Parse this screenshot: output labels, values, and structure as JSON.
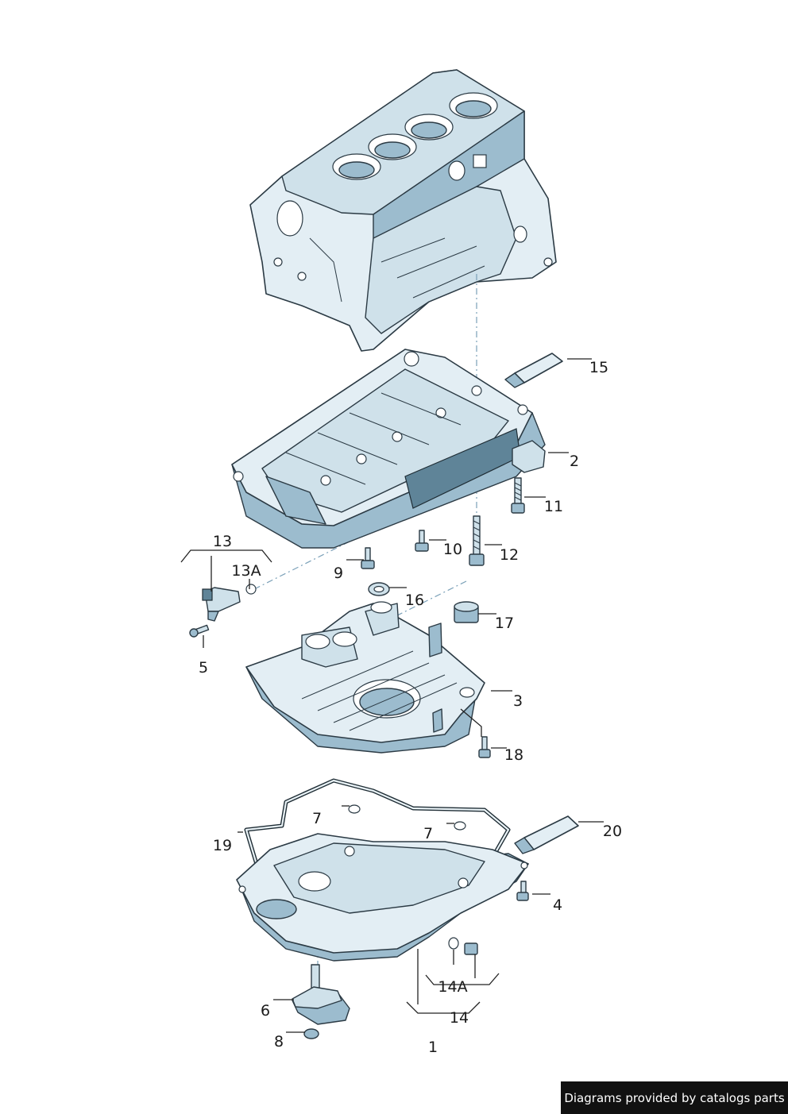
{
  "labels": {
    "l1": "1",
    "l2": "2",
    "l3": "3",
    "l4": "4",
    "l5": "5",
    "l6": "6",
    "l7a": "7",
    "l7b": "7",
    "l8": "8",
    "l9": "9",
    "l10": "10",
    "l11": "11",
    "l12": "12",
    "l13": "13",
    "l13a": "13A",
    "l14": "14",
    "l14a": "14A",
    "l15": "15",
    "l16": "16",
    "l17": "17",
    "l18": "18",
    "l19": "19",
    "l20": "20"
  },
  "credit": "Diagrams provided by catalogs parts",
  "colors": {
    "metal_light": "#e3eef4",
    "metal_shade": "#9cbcce",
    "metal_dark": "#5f8498",
    "outline": "#2b3a44",
    "credit_bg": "#111111"
  }
}
